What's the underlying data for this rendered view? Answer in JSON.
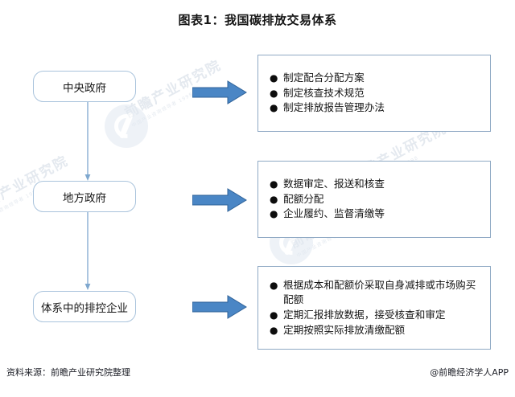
{
  "title": "图表1：我国碳排放交易体系",
  "watermark": {
    "brand": "前瞻产业研究院",
    "sub": "中国产业咨询领导者 1998"
  },
  "flow": {
    "nodes": [
      {
        "label": "中央政府",
        "name": "central-government"
      },
      {
        "label": "地方政府",
        "name": "local-government"
      },
      {
        "label": "体系中的排控企业",
        "name": "covered-enterprises"
      }
    ],
    "details": [
      {
        "name": "central-government-duties",
        "bullets": [
          "制定配合分配方案",
          "制定核查技术规范",
          "制定排放报告管理办法"
        ]
      },
      {
        "name": "local-government-duties",
        "bullets": [
          "数据审定、报送和核查",
          "配额分配",
          "企业履约、监督清缴等"
        ]
      },
      {
        "name": "covered-enterprises-duties",
        "bullets": [
          "根据成本和配额价采取自身减排或市场购买配额",
          "定期汇报排放数据，接受核查和审定",
          "定期按照实际排放清缴配额"
        ]
      }
    ],
    "bullet_glyph": "●",
    "arrow_label": "流程箭头"
  },
  "footer": {
    "source": "资料来源：前瞻产业研究院整理",
    "credit": "@前瞻经济学人APP"
  },
  "colors": {
    "arrow_fill": "#4a86c5",
    "arrow_stroke": "#2f6298",
    "node_border": "#a9c3dc",
    "detail_border": "#8fa9c4",
    "connector": "#7fa8cf",
    "background": "#ffffff"
  }
}
